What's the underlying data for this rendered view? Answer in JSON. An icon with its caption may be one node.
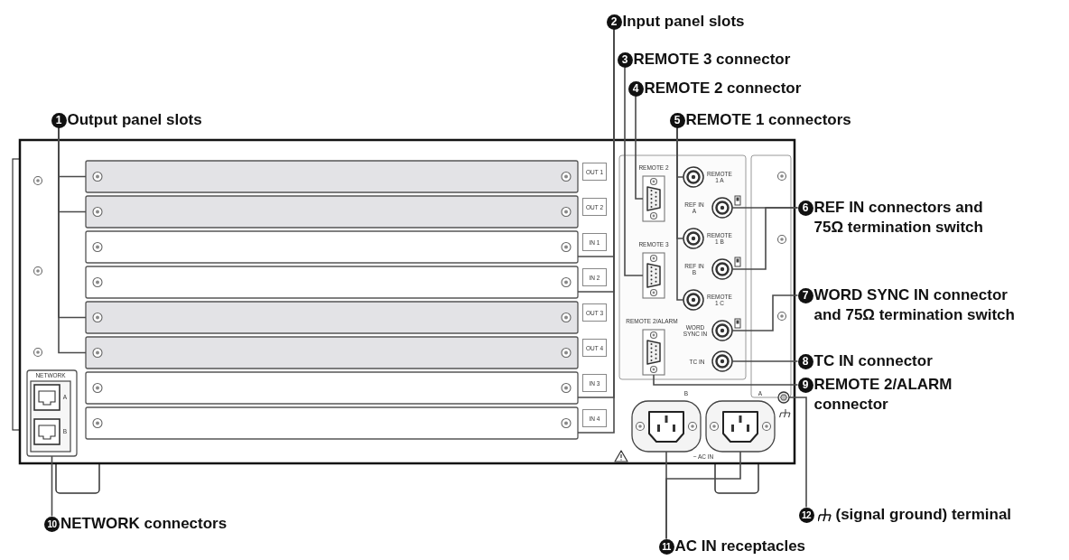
{
  "diagram": {
    "nodes": [
      {
        "text": [
          "1",
          "Output panel slots"
        ]
      },
      {
        "text": [
          "2",
          "Input panel slots"
        ]
      },
      {
        "text": [
          "3",
          "REMOTE 3 connector"
        ]
      },
      {
        "text": [
          "4",
          "REMOTE 2 connector"
        ]
      },
      {
        "text": [
          "5",
          "REMOTE 1 connectors"
        ]
      },
      {
        "text": [
          "6",
          "REF IN connectors and 75Ω termination switch"
        ]
      },
      {
        "text": [
          "7",
          "WORD SYNC IN connector and 75Ω termination switch"
        ]
      },
      {
        "text": [
          "8",
          "TC IN connector"
        ]
      },
      {
        "text": [
          "9",
          "REMOTE 2/ALARM connector"
        ]
      },
      {
        "text": [
          "10",
          "NETWORK connectors"
        ]
      },
      {
        "text": [
          "11",
          "AC IN receptacles"
        ]
      },
      {
        "text": [
          "12",
          "(signal ground) terminal"
        ]
      },
      {
        "text": [],
        "shape": "bar"
      },
      {
        "text": [],
        "shape": "bar"
      },
      {
        "text": [],
        "shape": "bar"
      },
      {
        "text": [],
        "shape": "bar"
      },
      {
        "text": [],
        "shape": "bar"
      },
      {
        "text": [],
        "shape": "bar"
      },
      {
        "text": [],
        "shape": "bar"
      },
      {
        "text": [],
        "shape": "bar"
      },
      {
        "text": [],
        "shape": "picture"
      },
      {
        "text": [],
        "shape": "picture"
      },
      {
        "text": [],
        "shape": "picture"
      },
      {
        "text": [],
        "shape": "circle"
      },
      {
        "text": [],
        "shape": "circle"
      },
      {
        "text": [],
        "shape": "circle"
      },
      {
        "text": [],
        "shape": "circle"
      },
      {
        "text": [],
        "shape": "circle"
      },
      {
        "text": [],
        "shape": "circle"
      },
      {
        "text": [],
        "shape": "circle"
      },
      {
        "text": [],
        "shape": "picture"
      },
      {
        "text": [],
        "shape": "picture"
      },
      {
        "text": [],
        "shape": "picture"
      },
      {
        "text": [],
        "shape": "circle"
      }
    ],
    "edges": [
      {
        "from": 0,
        "to": 12,
        "arrow": "none"
      },
      {
        "from": 0,
        "to": 13,
        "arrow": "none"
      },
      {
        "from": 0,
        "to": 16,
        "arrow": "none"
      },
      {
        "from": 0,
        "to": 17,
        "arrow": "none"
      },
      {
        "from": 1,
        "to": 14,
        "arrow": "none"
      },
      {
        "from": 1,
        "to": 15,
        "arrow": "none"
      },
      {
        "from": 1,
        "to": 18,
        "arrow": "none"
      },
      {
        "from": 1,
        "to": 19,
        "arrow": "none"
      },
      {
        "from": 2,
        "to": 21,
        "arrow": "none"
      },
      {
        "from": 3,
        "to": 20,
        "arrow": "none"
      },
      {
        "from": 4,
        "to": 23,
        "arrow": "none"
      },
      {
        "from": 4,
        "to": 25,
        "arrow": "none"
      },
      {
        "from": 4,
        "to": 27,
        "arrow": "none"
      },
      {
        "from": 5,
        "to": 24,
        "arrow": "none"
      },
      {
        "from": 5,
        "to": 26,
        "arrow": "none"
      },
      {
        "from": 6,
        "to": 28,
        "arrow": "none"
      },
      {
        "from": 7,
        "to": 29,
        "arrow": "none"
      },
      {
        "from": 8,
        "to": 22,
        "arrow": "none"
      },
      {
        "from": 9,
        "to": 30,
        "arrow": "none"
      },
      {
        "from": 10,
        "to": 31,
        "arrow": "none"
      },
      {
        "from": 10,
        "to": 32,
        "arrow": "none"
      },
      {
        "from": 11,
        "to": 33,
        "arrow": "none"
      }
    ],
    "labels": [
      "OUT 1",
      "OUT 2",
      "IN 1",
      "IN 2",
      "OUT 3",
      "OUT 4",
      "IN 3",
      "IN 4",
      "REMOTE 2",
      "REMOTE 1 A",
      "REF IN A",
      "REMOTE 3",
      "REMOTE 1 B",
      "REF IN B",
      "REMOTE 1 C",
      "REMOTE 2/ALARM",
      "WORD SYNC IN",
      "TC IN",
      "NETWORK",
      "A",
      "B",
      "B",
      "A",
      "~ AC IN"
    ]
  }
}
